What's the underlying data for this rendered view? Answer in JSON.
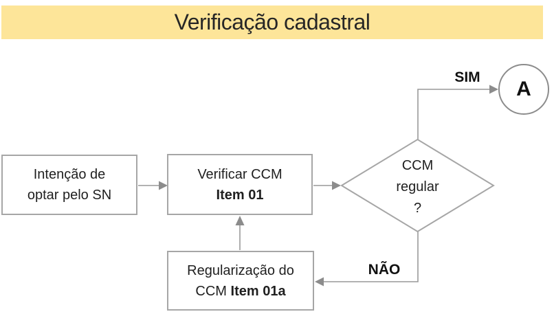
{
  "title": {
    "text": "Verificação cadastral"
  },
  "colors": {
    "banner_bg": "#FDE599",
    "box_border": "#A6A6A6",
    "connector_line": "#999999",
    "arrowhead": "#8C8C8C",
    "text": "#1F1F1F"
  },
  "nodes": {
    "start": {
      "line1": "Intenção de",
      "line2": "optar pelo SN"
    },
    "verify": {
      "line1": "Verificar CCM",
      "item_ref": "Item 01"
    },
    "regularize": {
      "line1": "Regularização do",
      "line2_prefix": "CCM ",
      "item_ref": "Item 01a"
    },
    "decision": {
      "line1": "CCM",
      "line2": "regular",
      "line3": "?"
    },
    "connector": {
      "label": "A"
    }
  },
  "edges": {
    "yes_label": "SIM",
    "no_label": "NÃO"
  }
}
